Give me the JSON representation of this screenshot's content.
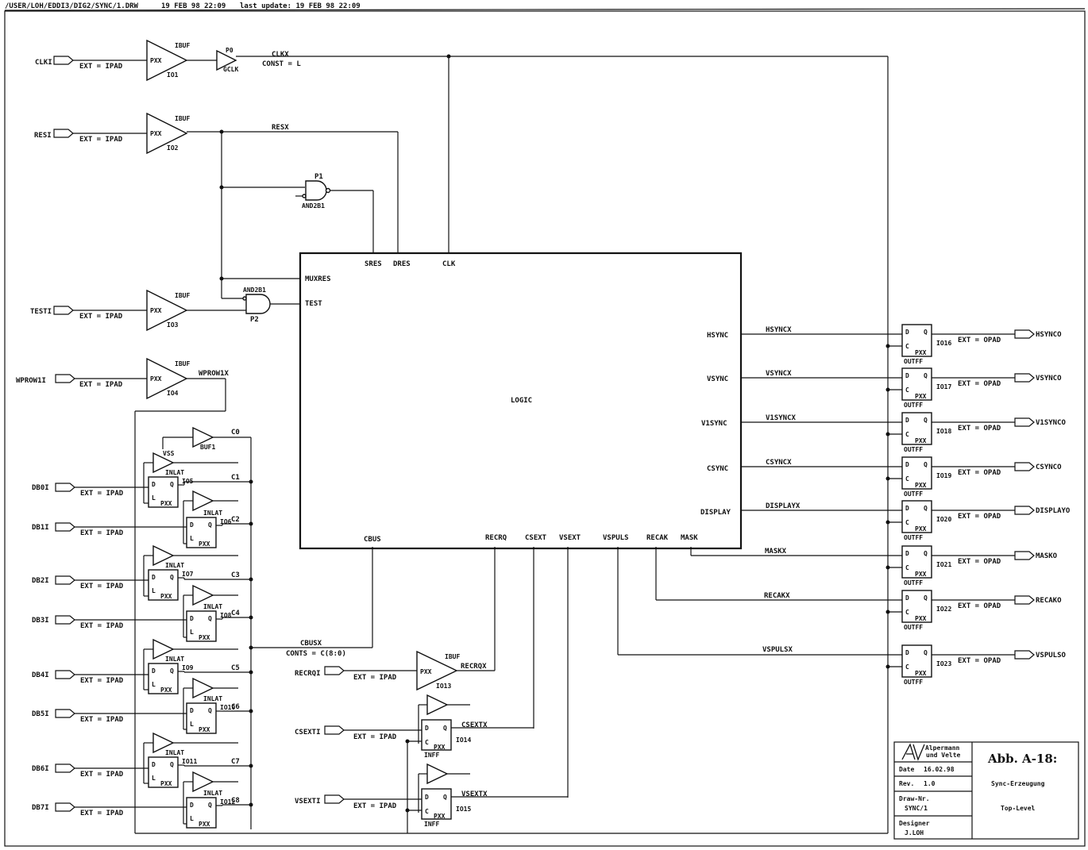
{
  "header": {
    "path": "/USER/LOH/EDDI3/DIG2/SYNC/1.DRW",
    "date": "19 FEB 98 22:09",
    "last_update": "last update: 19 FEB 98 22:09"
  },
  "input_pads": {
    "clki": "CLKI",
    "resi": "RESI",
    "testi": "TESTI",
    "wprow1i": "WPROW1I",
    "db0i": "DB0I",
    "db1i": "DB1I",
    "db2i": "DB2I",
    "db3i": "DB3I",
    "db4i": "DB4I",
    "db5i": "DB5I",
    "db6i": "DB6I",
    "db7i": "DB7I",
    "recrqi": "RECRQI",
    "csexti": "CSEXTI",
    "vsexti": "VSEXTI"
  },
  "pad_attr": {
    "ipad": "EXT = IPAD",
    "opad": "EXT = OPAD"
  },
  "buffers": {
    "ibuf": "IBUF",
    "pxx": "PXX",
    "io1": "IO1",
    "io2": "IO2",
    "io3": "IO3",
    "io4": "IO4",
    "io13": "IO13",
    "p0": "P0",
    "gclk": "GCLK",
    "buf1": "BUF1",
    "vss": "VSS"
  },
  "nets": {
    "clkx": "CLKX",
    "const_l": "CONST = L",
    "resx": "RESX",
    "wprow1x": "WPROW1X",
    "cbusx": "CBUSX",
    "conts": "CONTS = C(8:0)",
    "recrqx": "RECRQX",
    "csextx": "CSEXTX",
    "vsextx": "VSEXTX",
    "hsyncx": "HSYNCX",
    "vsyncx": "VSYNCX",
    "v1syncx": "V1SYNCX",
    "csyncx": "CSYNCX",
    "displayx": "DISPLAYX",
    "maskx": "MASKX",
    "recakx": "RECAKX",
    "vspulsx": "VSPULSX",
    "c0": "C0",
    "c1": "C1",
    "c2": "C2",
    "c3": "C3",
    "c4": "C4",
    "c5": "C5",
    "c6": "C6",
    "c7": "C7",
    "c8": "C8"
  },
  "gates": {
    "p1": "P1",
    "p2": "P2",
    "and2b1": "AND2B1"
  },
  "logic_block": {
    "name": "LOGIC",
    "pins": {
      "sres": "SRES",
      "dres": "DRES",
      "clk": "CLK",
      "muxres": "MUXRES",
      "test": "TEST",
      "hsync": "HSYNC",
      "vsync": "VSYNC",
      "v1sync": "V1SYNC",
      "csync": "CSYNC",
      "display": "DISPLAY",
      "cbus": "CBUS",
      "recrq": "RECRQ",
      "csext": "CSEXT",
      "vsext": "VSEXT",
      "vspuls": "VSPULS",
      "recak": "RECAK",
      "mask": "MASK"
    }
  },
  "flipflops": {
    "d": "D",
    "q": "Q",
    "c": "C",
    "l": "L",
    "inlat": "INLAT",
    "inff": "INFF",
    "outff": "OUTFF",
    "io5": "IO5",
    "io6": "IO6",
    "io7": "IO7",
    "io8": "IO8",
    "io9": "IO9",
    "io10": "IO10",
    "io11": "IO11",
    "io12": "IO12",
    "io14": "IO14",
    "io15": "IO15",
    "io16": "IO16",
    "io17": "IO17",
    "io18": "IO18",
    "io19": "IO19",
    "io20": "IO20",
    "io21": "IO21",
    "io22": "IO22",
    "io23": "IO23"
  },
  "output_pads": {
    "hsynco": "HSYNCO",
    "vsynco": "VSYNCO",
    "v1synco": "V1SYNCO",
    "csynco": "CSYNCO",
    "displayo": "DISPLAYO",
    "masko": "MASKO",
    "recako": "RECAKO",
    "vspulso": "VSPULSO"
  },
  "title_block": {
    "company": [
      "Alpermann",
      "und Velte"
    ],
    "date_label": "Date",
    "date": "16.02.98",
    "rev_label": "Rev.",
    "rev": "1.0",
    "drawno_label": "Draw-Nr.",
    "drawno": "SYNC/1",
    "designer_label": "Designer",
    "designer": "J.LOH",
    "figure": "Abb. A-18:",
    "subtitle": "Sync-Erzeugung",
    "level": "Top-Level"
  }
}
